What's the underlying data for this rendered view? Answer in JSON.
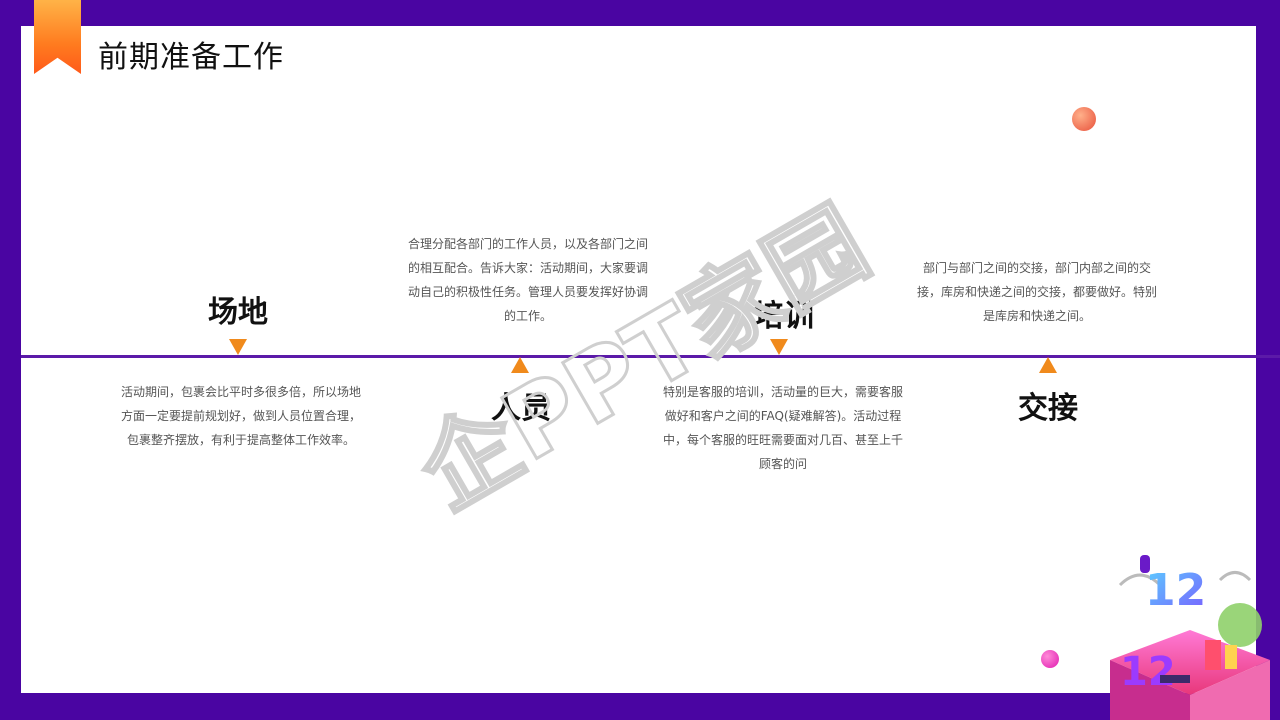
{
  "header": {
    "title": "前期准备工作"
  },
  "watermark": {
    "text": "企PPT家园"
  },
  "sections": [
    {
      "heading": "场地",
      "description": "活动期间，包裹会比平时多很多倍，所以场地方面一定要提前规划好，做到人员位置合理，包裹整齐摆放，有利于提高整体工作效率。"
    },
    {
      "heading": "人员",
      "description": "合理分配各部门的工作人员，以及各部门之间的相互配合。告诉大家：活动期间，大家要调动自己的积极性任务。管理人员要发挥好协调的工作。"
    },
    {
      "heading": "培训",
      "description": "特别是客服的培训，活动量的巨大，需要客服做好和客户之间的FAQ(疑难解答)。活动过程中，每个客服的旺旺需要面对几百、甚至上千顾客的问"
    },
    {
      "heading": "交接",
      "description": "部门与部门之间的交接，部门内部之间的交接，库房和快递之间的交接，都要做好。特别是库房和快递之间。"
    }
  ],
  "decoration": {
    "numbers": [
      "12",
      "12"
    ]
  },
  "colors": {
    "border": "#4a05a2",
    "accent": "#f08a1c",
    "timeline": "#5b1aa8"
  }
}
